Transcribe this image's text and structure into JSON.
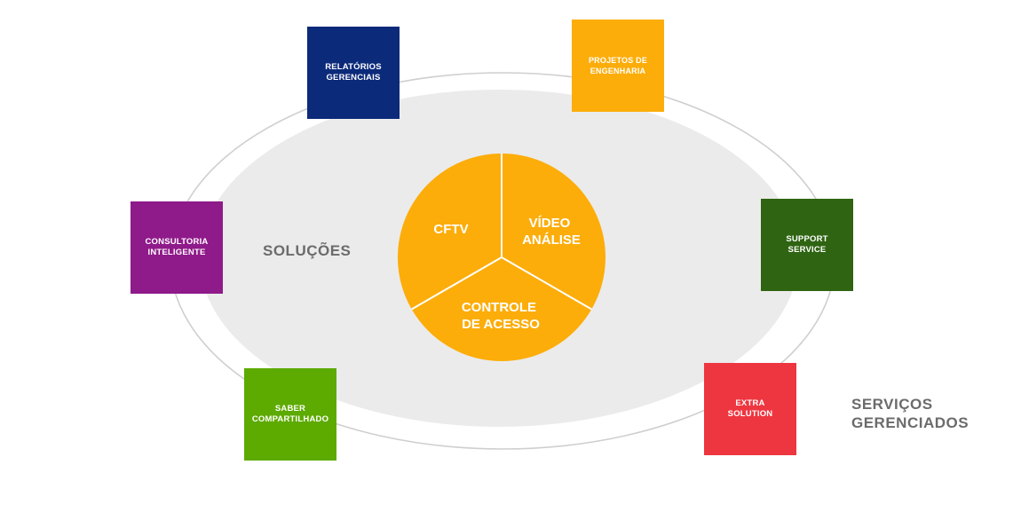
{
  "diagram": {
    "center_segments": [
      {
        "lines": [
          "CFTV"
        ]
      },
      {
        "lines": [
          "VÍDEO",
          "ANÁLISE"
        ]
      },
      {
        "lines": [
          "CONTROLE",
          "DE ACESSO"
        ]
      }
    ],
    "inner_label": "SOLUÇÕES",
    "outer_label": [
      "SERVIÇOS",
      "GERENCIADOS"
    ],
    "boxes": {
      "relatorios": {
        "lines": [
          "RELATÓRIOS",
          "GERENCIAIS"
        ],
        "color": "#0c2a7a"
      },
      "projetos": {
        "lines": [
          "PROJETOS DE",
          "ENGENHARIA"
        ],
        "color": "#fcad0a"
      },
      "consultoria": {
        "lines": [
          "CONSULTORIA",
          "INTELIGENTE"
        ],
        "color": "#8f1a8a"
      },
      "support": {
        "lines": [
          "SUPPORT",
          "SERVICE"
        ],
        "color": "#2f6412"
      },
      "saber": {
        "lines": [
          "SABER",
          "COMPARTILHADO"
        ],
        "color": "#5daa00"
      },
      "extra": {
        "lines": [
          "EXTRA",
          "SOLUTION"
        ],
        "color": "#ee3640"
      }
    },
    "colors": {
      "pie": "#fcad0a",
      "inner_ellipse": "#ebebeb",
      "outer_ring": "#cfcfcf",
      "label": "#6b6b6b"
    }
  }
}
